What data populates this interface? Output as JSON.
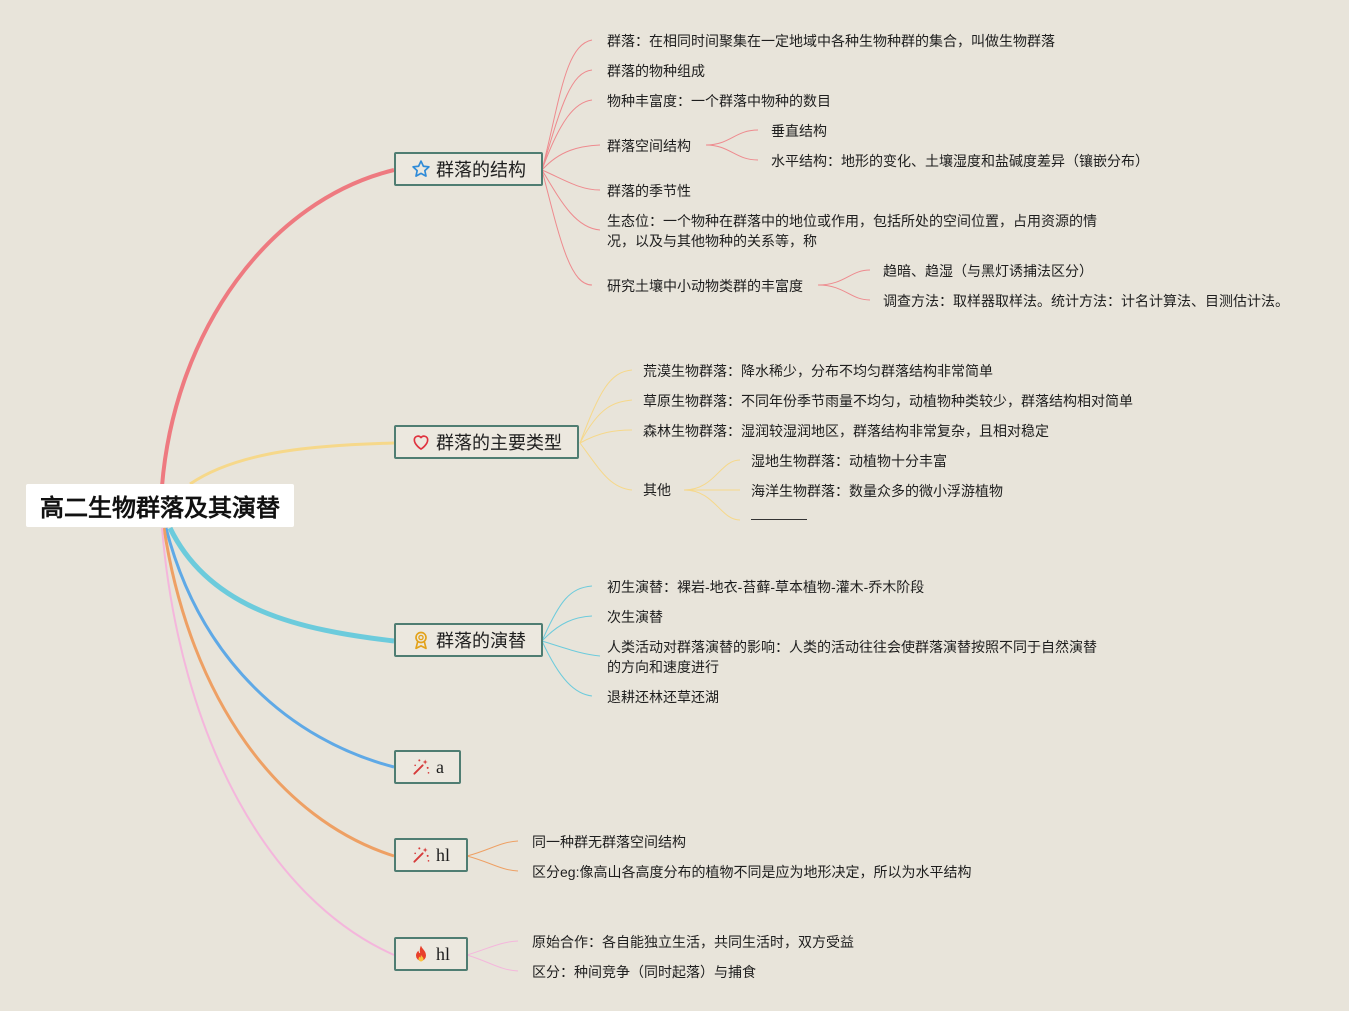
{
  "root": {
    "title": "高二生物群落及其演替"
  },
  "topics": {
    "structure": {
      "label": "群落的结构",
      "items": {
        "definition": "群落：在相同时间聚集在一定地域中各种生物种群的集合，叫做生物群落",
        "composition": "群落的物种组成",
        "richness": "物种丰富度：一个群落中物种的数目",
        "spatial": "群落空间结构",
        "vertical": "垂直结构",
        "horizontal": "水平结构：地形的变化、土壤湿度和盐碱度差异（镶嵌分布）",
        "seasonal": "群落的季节性",
        "niche": "生态位：一个物种在群落中的地位或作用，包括所处的空间位置，占用资源的情况，以及与其他物种的关系等，称",
        "soil_study": "研究土壤中小动物类群的丰富度",
        "soil_habit": "趋暗、趋湿（与黑灯诱捕法区分）",
        "soil_method": "调查方法：取样器取样法。统计方法：计名计算法、目测估计法。"
      }
    },
    "types": {
      "label": "群落的主要类型",
      "items": {
        "desert": "荒漠生物群落：降水稀少，分布不均匀群落结构非常简单",
        "grassland": "草原生物群落：不同年份季节雨量不均匀，动植物种类较少，群落结构相对简单",
        "forest": "森林生物群落：湿润较湿润地区，群落结构非常复杂，且相对稳定",
        "other": "其他",
        "wetland": "湿地生物群落：动植物十分丰富",
        "ocean": "海洋生物群落：数量众多的微小浮游植物"
      }
    },
    "succession": {
      "label": "群落的演替",
      "items": {
        "primary": "初生演替：裸岩-地衣-苔藓-草本植物-灌木-乔木阶段",
        "secondary": "次生演替",
        "human": "人类活动对群落演替的影响：人类的活动往往会使群落演替按照不同于自然演替的方向和速度进行",
        "restore": "退耕还林还草还湖"
      }
    },
    "a": {
      "label": "a"
    },
    "hl1": {
      "label": "hl",
      "items": {
        "same": "同一种群无群落空间结构",
        "diff": "区分eg:像高山各高度分布的植物不同是应为地形决定，所以为水平结构"
      }
    },
    "hl2": {
      "label": "hl",
      "items": {
        "coop": "原始合作：各自能独立生活，共同生活时，双方受益",
        "diff": "区分：种间竞争（同时起落）与捕食"
      }
    }
  },
  "icons": {
    "structure": "star-icon",
    "types": "heart-icon",
    "succession": "medal-icon",
    "a": "magic-wand-icon",
    "hl1": "magic-wand-icon",
    "hl2": "fire-icon"
  },
  "colors": {
    "background": "#e8e4da",
    "topic_border": "#4f7d72",
    "branch_structure": "#ee7a80",
    "branch_types": "#f6d88a",
    "branch_succession": "#6ccbdc",
    "branch_a": "#5fa9e6",
    "branch_hl1": "#eea064",
    "branch_hl2": "#f4b6dc"
  }
}
